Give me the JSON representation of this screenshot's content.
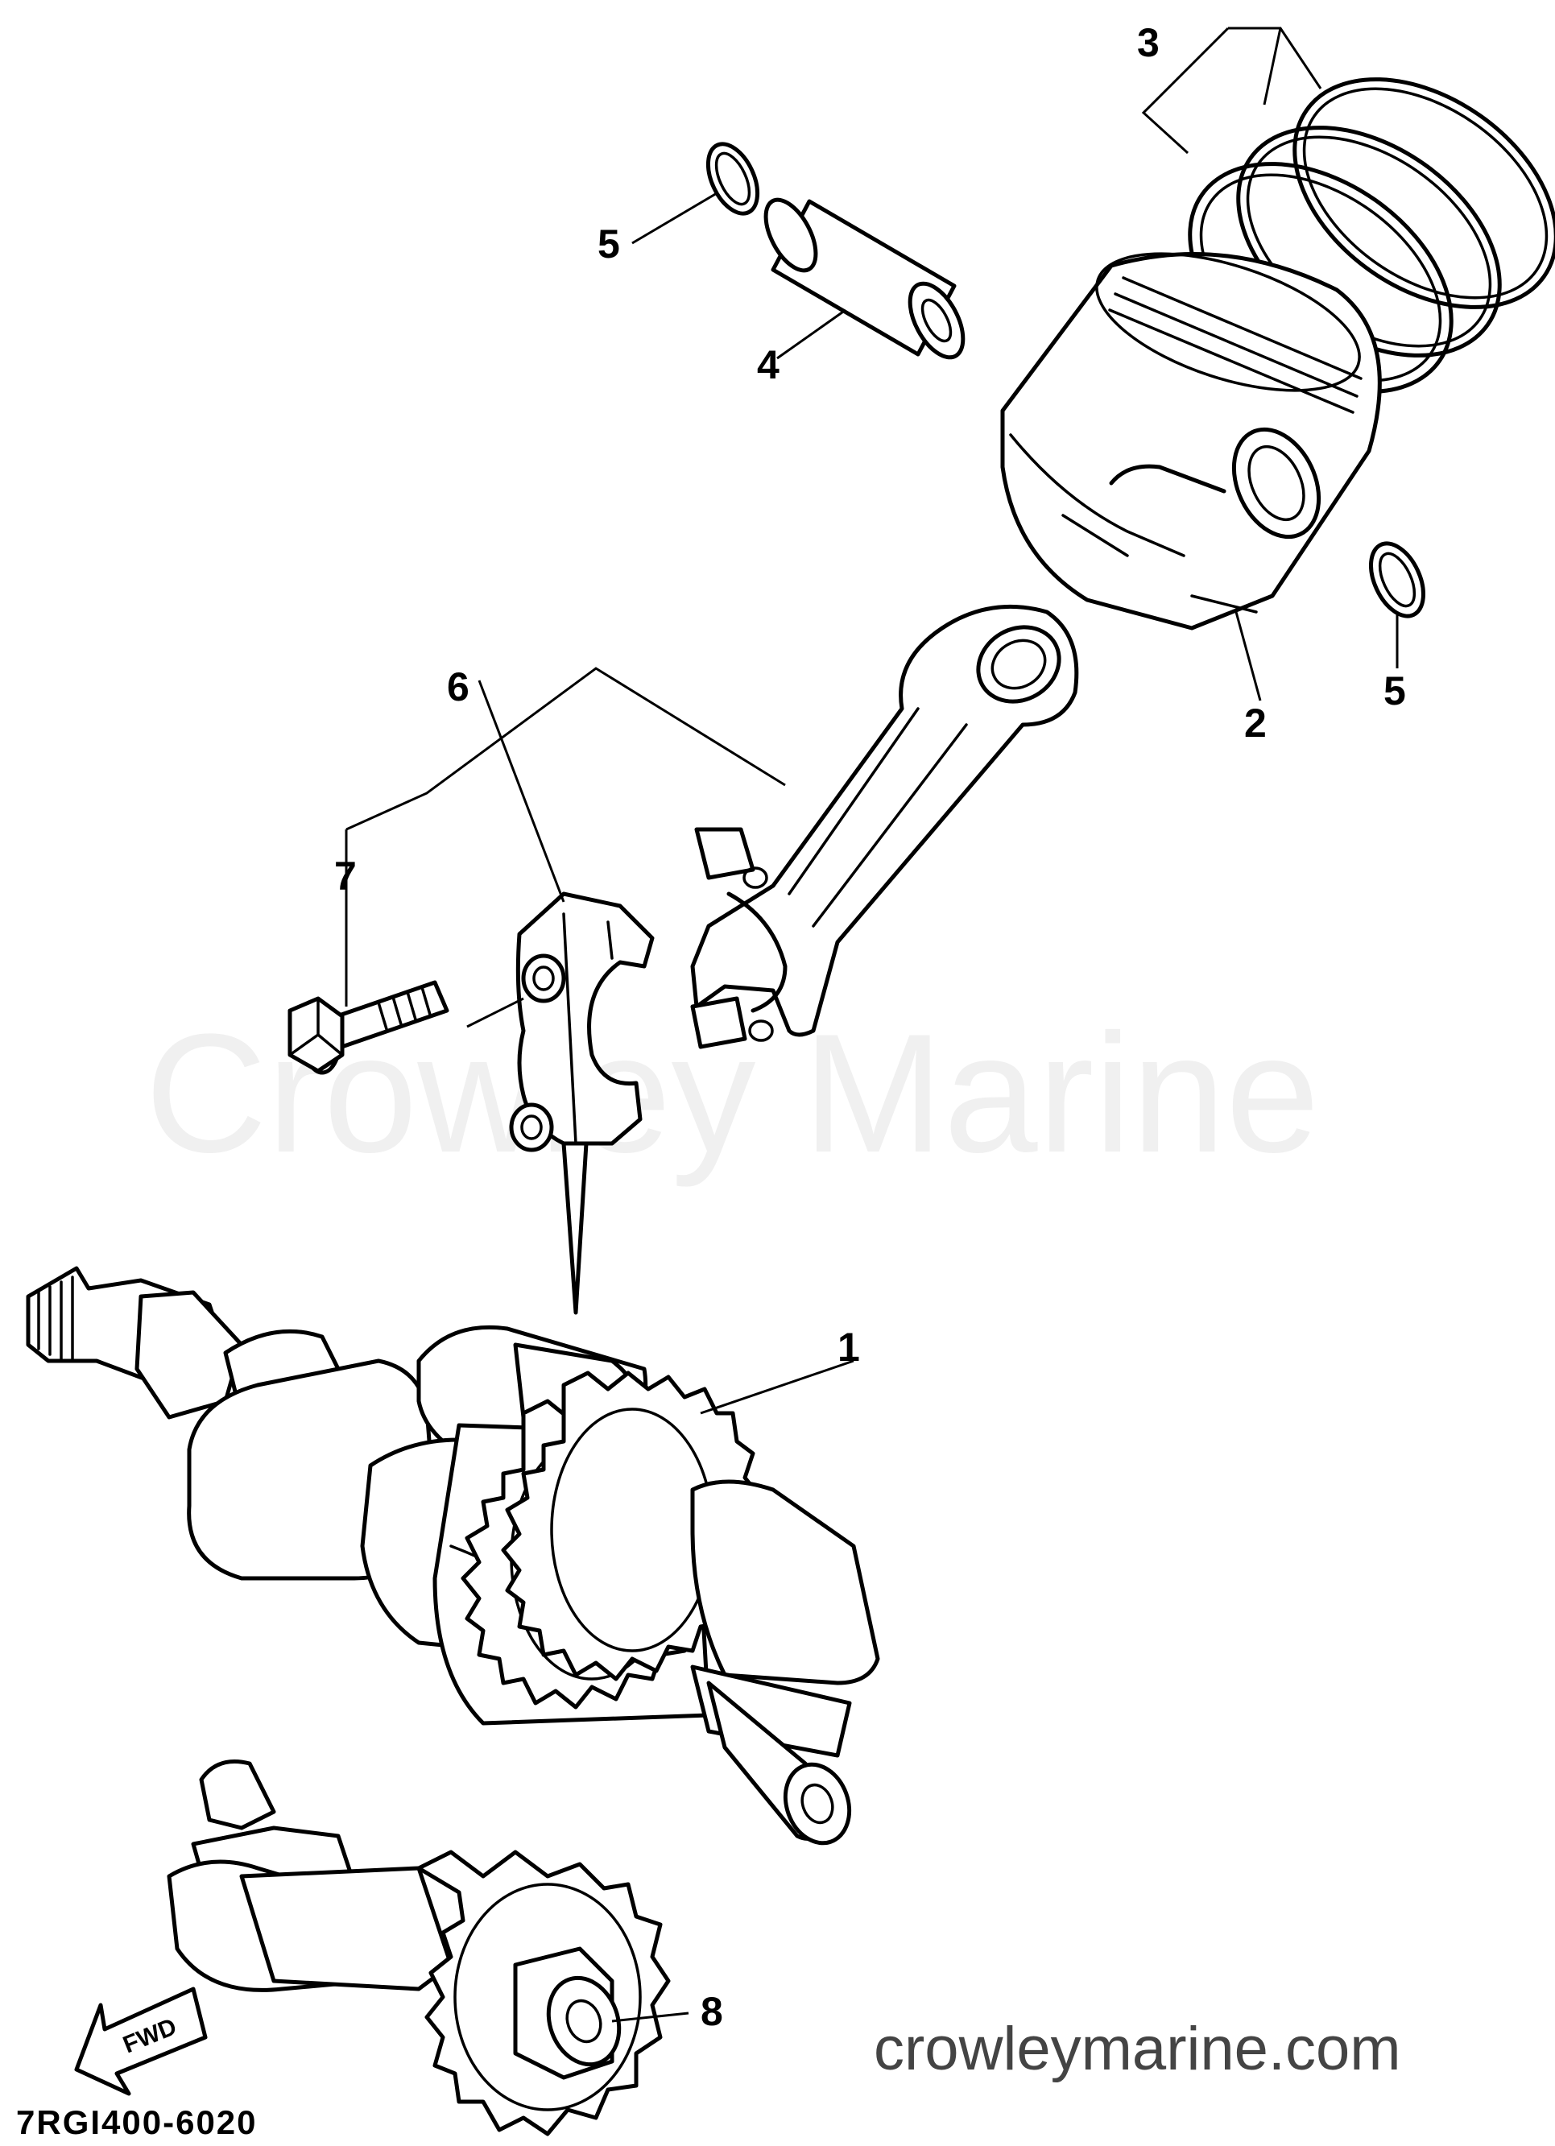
{
  "diagram": {
    "watermark": "Crowley Marine",
    "site_url": "crowleymarine.com",
    "part_code": "7RGI400-6020",
    "direction_label": "FWD",
    "callouts": [
      {
        "id": "crankshaft",
        "label": "1"
      },
      {
        "id": "piston",
        "label": "2"
      },
      {
        "id": "piston-rings",
        "label": "3"
      },
      {
        "id": "piston-pin",
        "label": "4"
      },
      {
        "id": "clip-left",
        "label": "5"
      },
      {
        "id": "clip-right",
        "label": "5"
      },
      {
        "id": "bearing-cap",
        "label": "6"
      },
      {
        "id": "bolt-assembly",
        "label": "7"
      },
      {
        "id": "balancer",
        "label": "8"
      }
    ]
  }
}
